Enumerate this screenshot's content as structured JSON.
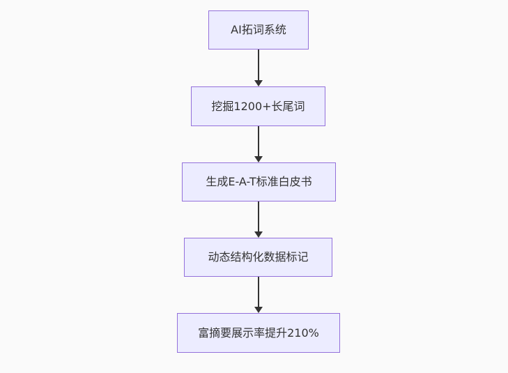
{
  "diagram": {
    "type": "flowchart",
    "direction": "top-down",
    "nodes": [
      {
        "id": "A",
        "label": "AI拓词系统"
      },
      {
        "id": "B",
        "label": "挖掘1200+长尾词"
      },
      {
        "id": "C",
        "label": "生成E-A-T标准白皮书"
      },
      {
        "id": "D",
        "label": "动态结构化数据标记"
      },
      {
        "id": "E",
        "label": "富摘要展示率提升210%"
      }
    ],
    "edges": [
      {
        "from": "A",
        "to": "B",
        "style": "arrow"
      },
      {
        "from": "B",
        "to": "C",
        "style": "arrow"
      },
      {
        "from": "C",
        "to": "D",
        "style": "arrow"
      },
      {
        "from": "D",
        "to": "E",
        "style": "arrow"
      }
    ],
    "colors": {
      "node_fill": "#ECECFF",
      "node_border": "#9370DB",
      "node_text": "#333333",
      "arrow": "#333333",
      "background": "#FAFAFA"
    }
  }
}
